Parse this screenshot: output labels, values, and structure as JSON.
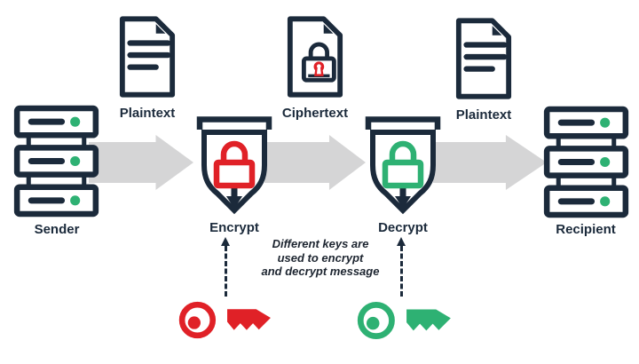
{
  "diagram": {
    "type": "asymmetric-encryption-flow",
    "nodes": {
      "sender": {
        "label": "Sender"
      },
      "plaintext_in": {
        "label": "Plaintext"
      },
      "encrypt": {
        "label": "Encrypt"
      },
      "ciphertext": {
        "label": "Ciphertext"
      },
      "decrypt": {
        "label": "Decrypt"
      },
      "plaintext_out": {
        "label": "Plaintext"
      },
      "recipient": {
        "label": "Recipient"
      }
    },
    "annotation": {
      "text": "Different keys are used to encrypt and decrypt message",
      "lines": [
        "Different keys are",
        "used to encrypt",
        "and decrypt message"
      ]
    },
    "keys": {
      "encryption_key": {
        "color": "#e02127",
        "points_to": "Encrypt"
      },
      "decryption_key": {
        "color": "#2eb173",
        "points_to": "Decrypt"
      }
    }
  },
  "colors": {
    "navy": "#1b2a3b",
    "red": "#e02127",
    "green": "#2eb173",
    "gray": "#d5d5d6",
    "bg": "#ffffff"
  }
}
